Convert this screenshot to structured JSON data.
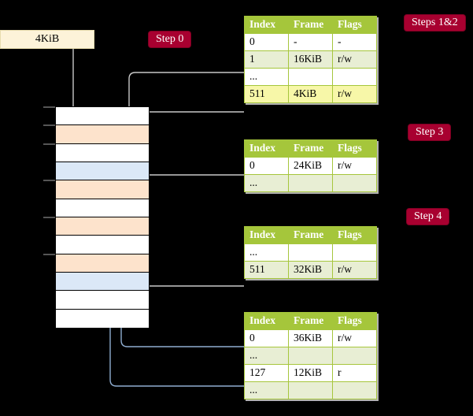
{
  "diagram": {
    "title_badges": {
      "step0": "Step 0",
      "steps12": "Steps 1&2",
      "step3": "Step 3",
      "step4": "Step 4"
    },
    "source_box": {
      "label": "4KiB"
    },
    "columns": [
      "Index",
      "Frame",
      "Flags"
    ],
    "tables": [
      {
        "name": "table-steps-1-2",
        "rows": [
          {
            "index": "0",
            "frame": "-",
            "flags": "-",
            "style": "plain"
          },
          {
            "index": "1",
            "frame": "16KiB",
            "flags": "r/w",
            "style": "alt"
          },
          {
            "index": "...",
            "frame": "",
            "flags": "",
            "style": "plain"
          },
          {
            "index": "511",
            "frame": "4KiB",
            "flags": "r/w",
            "style": "hl"
          }
        ]
      },
      {
        "name": "table-step-3",
        "rows": [
          {
            "index": "0",
            "frame": "24KiB",
            "flags": "r/w",
            "style": "plain"
          },
          {
            "index": "...",
            "frame": "",
            "flags": "",
            "style": "alt"
          }
        ]
      },
      {
        "name": "table-step-4-upper",
        "rows": [
          {
            "index": "...",
            "frame": "",
            "flags": "",
            "style": "plain"
          },
          {
            "index": "511",
            "frame": "32KiB",
            "flags": "r/w",
            "style": "alt"
          }
        ]
      },
      {
        "name": "table-step-4-lower",
        "rows": [
          {
            "index": "0",
            "frame": "36KiB",
            "flags": "r/w",
            "style": "plain"
          },
          {
            "index": "...",
            "frame": "",
            "flags": "",
            "style": "alt"
          },
          {
            "index": "127",
            "frame": "12KiB",
            "flags": "r",
            "style": "plain"
          },
          {
            "index": "...",
            "frame": "",
            "flags": "",
            "style": "alt"
          }
        ]
      }
    ],
    "memory_frames": [
      {
        "fill": "white"
      },
      {
        "fill": "orange"
      },
      {
        "fill": "white"
      },
      {
        "fill": "blue"
      },
      {
        "fill": "orange"
      },
      {
        "fill": "white"
      },
      {
        "fill": "orange"
      },
      {
        "fill": "white"
      },
      {
        "fill": "orange"
      },
      {
        "fill": "blue"
      },
      {
        "fill": "white"
      },
      {
        "fill": "white"
      }
    ],
    "colors": {
      "badge": "#a80030",
      "header": "#a5c63b",
      "row_alt": "#e8eed4",
      "row_highlight": "#f7f7a8",
      "frame_orange": "#fde3cc",
      "frame_blue": "#dbe8f7",
      "source_box": "#fdf3d9",
      "wire_gray": "#cccccc",
      "wire_blue": "#8fadd0",
      "background": "#000000"
    }
  }
}
